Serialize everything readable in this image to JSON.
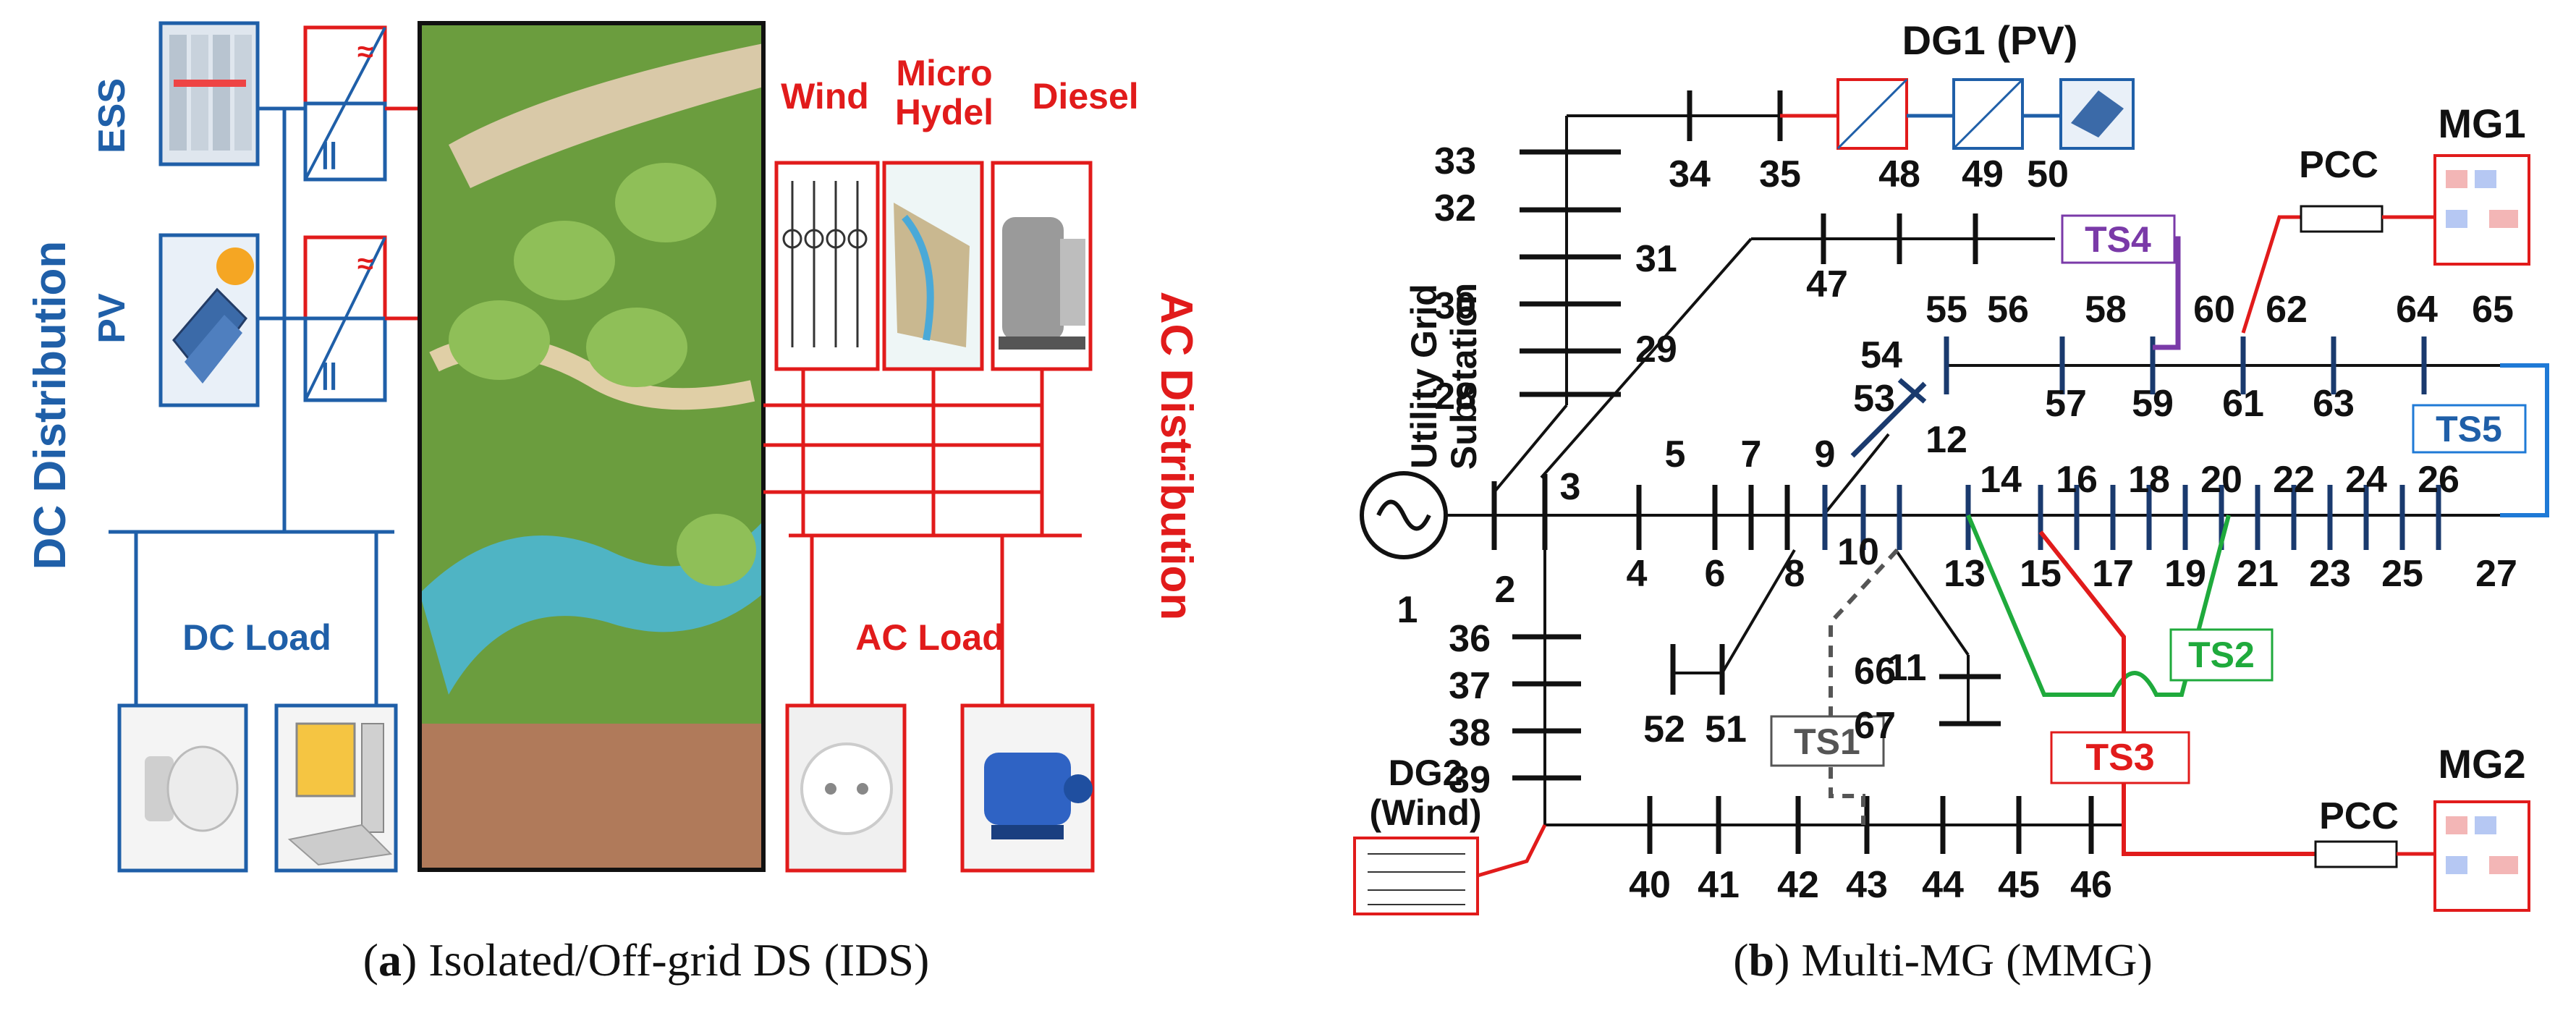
{
  "colors": {
    "dc": "#1f5fa8",
    "ac": "#e11b1b",
    "line": "#111111",
    "feeder": "#1a3a6e",
    "ts2": "#1faa3c",
    "ts4": "#7a3aa8",
    "ts1": "#555555"
  },
  "panel_a": {
    "ess": "ESS",
    "pv": "PV",
    "dc_distribution": "DC Distribution",
    "dc_load": "DC Load",
    "wind": "Wind",
    "micro": "Micro",
    "hydel": "Hydel",
    "diesel": "Diesel",
    "ac_distribution": "AC Distribution",
    "ac_load": "AC Load",
    "conv_ac_symbol": "≈",
    "conv_dc_symbol": "||",
    "caption_letter": "a",
    "caption_text": " Isolated/Off-grid DS (IDS)"
  },
  "panel_b": {
    "dg1": "DG1 (PV)",
    "dg2_line1": "DG2",
    "dg2_line2": "(Wind)",
    "pcc_top": "PCC",
    "pcc_bottom": "PCC",
    "mg1": "MG1",
    "mg2": "MG2",
    "utility_line1": "Utility Grid",
    "utility_line2": "Substation",
    "ts1": "TS1",
    "ts2": "TS2",
    "ts3": "TS3",
    "ts4": "TS4",
    "ts5": "TS5",
    "bus_labels": [
      "1",
      "2",
      "3",
      "4",
      "5",
      "6",
      "7",
      "8",
      "9",
      "10",
      "11",
      "12",
      "13",
      "14",
      "15",
      "16",
      "17",
      "18",
      "19",
      "20",
      "21",
      "22",
      "23",
      "24",
      "25",
      "26",
      "27",
      "28",
      "29",
      "30",
      "31",
      "32",
      "33",
      "34",
      "35",
      "36",
      "37",
      "38",
      "39",
      "40",
      "41",
      "42",
      "43",
      "44",
      "45",
      "46",
      "47",
      "48",
      "49",
      "50",
      "51",
      "52",
      "53",
      "54",
      "55",
      "56",
      "57",
      "58",
      "59",
      "60",
      "61",
      "62",
      "63",
      "64",
      "65",
      "66",
      "67"
    ],
    "caption_letter": "b",
    "caption_text": " Multi-MG (MMG)"
  }
}
